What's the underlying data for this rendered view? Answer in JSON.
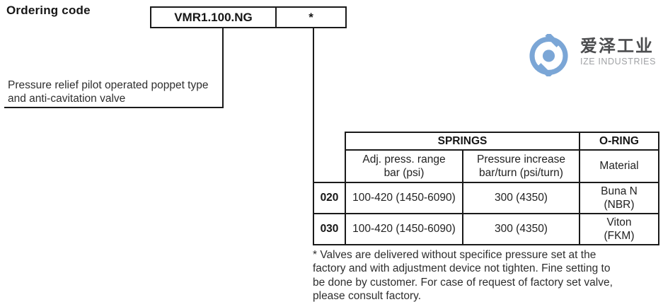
{
  "page": {
    "title": "Ordering code"
  },
  "ordering": {
    "code_box": "VMR1.100.NG",
    "variant_box": "*"
  },
  "description": {
    "line1": "Pressure relief pilot operated poppet type",
    "line2": "and anti-cavitation valve"
  },
  "logo": {
    "cn_name": "爱泽工业",
    "en_name": "IZE INDUSTRIES",
    "circle_color": "#7ba6d6"
  },
  "table": {
    "group_headers": {
      "springs": "SPRINGS",
      "oring": "O-RING"
    },
    "col_headers": {
      "adj_press": "Adj. press. range\nbar (psi)",
      "press_increase": "Pressure increase\nbar/turn (psi/turn)",
      "material": "Material"
    },
    "rows": [
      {
        "code": "020",
        "adj_press": "100-420 (1450-6090)",
        "press_increase": "300 (4350)",
        "material": "Buna N\n(NBR)"
      },
      {
        "code": "030",
        "adj_press": "100-420 (1450-6090)",
        "press_increase": "300 (4350)",
        "material": "Viton\n(FKM)"
      }
    ]
  },
  "footnote": {
    "line1": "* Valves are delivered without specifice pressure set at the",
    "line2": "factory and with adjustment device not tighten. Fine setting to",
    "line3": "be done by customer. For case of request of factory set valve,",
    "line4": "please consult factory."
  }
}
